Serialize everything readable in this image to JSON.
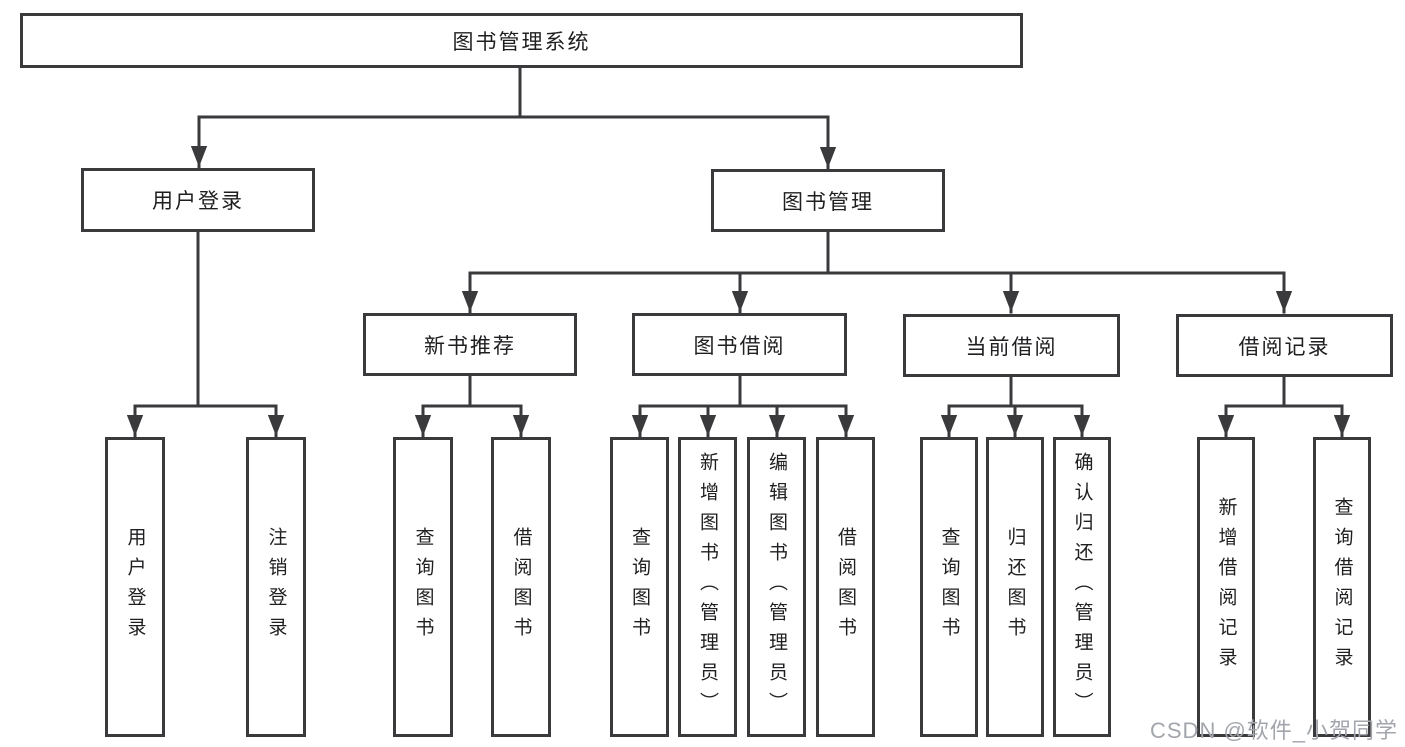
{
  "diagram": {
    "tree": {
      "label": "图书管理系统",
      "children": [
        {
          "label": "用户登录",
          "children": [
            {
              "label": "用户登录"
            },
            {
              "label": "注销登录"
            }
          ]
        },
        {
          "label": "图书管理",
          "children": [
            {
              "label": "新书推荐",
              "children": [
                {
                  "label": "查询图书"
                },
                {
                  "label": "借阅图书"
                }
              ]
            },
            {
              "label": "图书借阅",
              "children": [
                {
                  "label": "查询图书"
                },
                {
                  "label": "新增图书（管理员）"
                },
                {
                  "label": "编辑图书（管理员）"
                },
                {
                  "label": "借阅图书"
                }
              ]
            },
            {
              "label": "当前借阅",
              "children": [
                {
                  "label": "查询图书"
                },
                {
                  "label": "归还图书"
                },
                {
                  "label": "确认归还（管理员）"
                }
              ]
            },
            {
              "label": "借阅记录",
              "children": [
                {
                  "label": "新增借阅记录"
                },
                {
                  "label": "查询借阅记录"
                }
              ]
            }
          ]
        }
      ]
    },
    "line_color": "#3a3a3c",
    "watermark": {
      "text": "CSDN @软件_小贺同学"
    }
  }
}
